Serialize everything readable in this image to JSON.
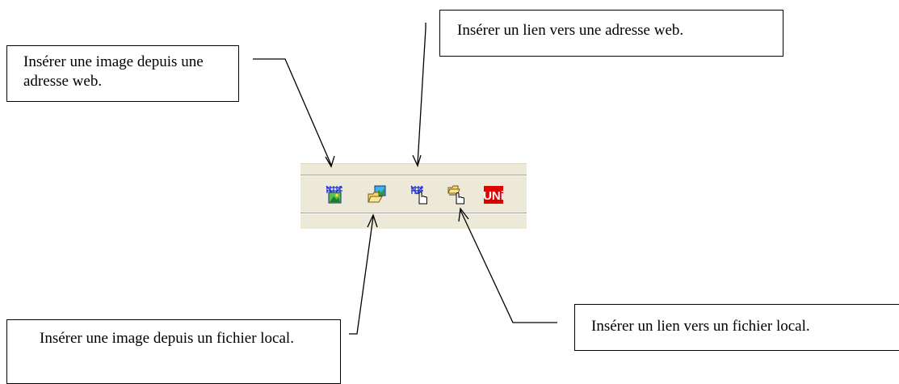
{
  "callouts": {
    "image_web": "Insérer une image depuis une adresse web.",
    "link_web": "Insérer un lien vers une adresse web.",
    "image_local": "Insérer une image depuis un fichier local.",
    "link_local": "Insérer un lien vers un fichier local."
  },
  "toolbar": {
    "buttons": [
      {
        "name": "insert-image-web-icon"
      },
      {
        "name": "insert-image-local-icon"
      },
      {
        "name": "insert-link-web-icon"
      },
      {
        "name": "insert-link-local-icon"
      },
      {
        "name": "unicode-icon",
        "label": "UNi"
      }
    ]
  },
  "colors": {
    "toolbar_bg": "#ece9d8",
    "unicode_red": "#e00000",
    "icon_blue": "#1a2fd8"
  }
}
